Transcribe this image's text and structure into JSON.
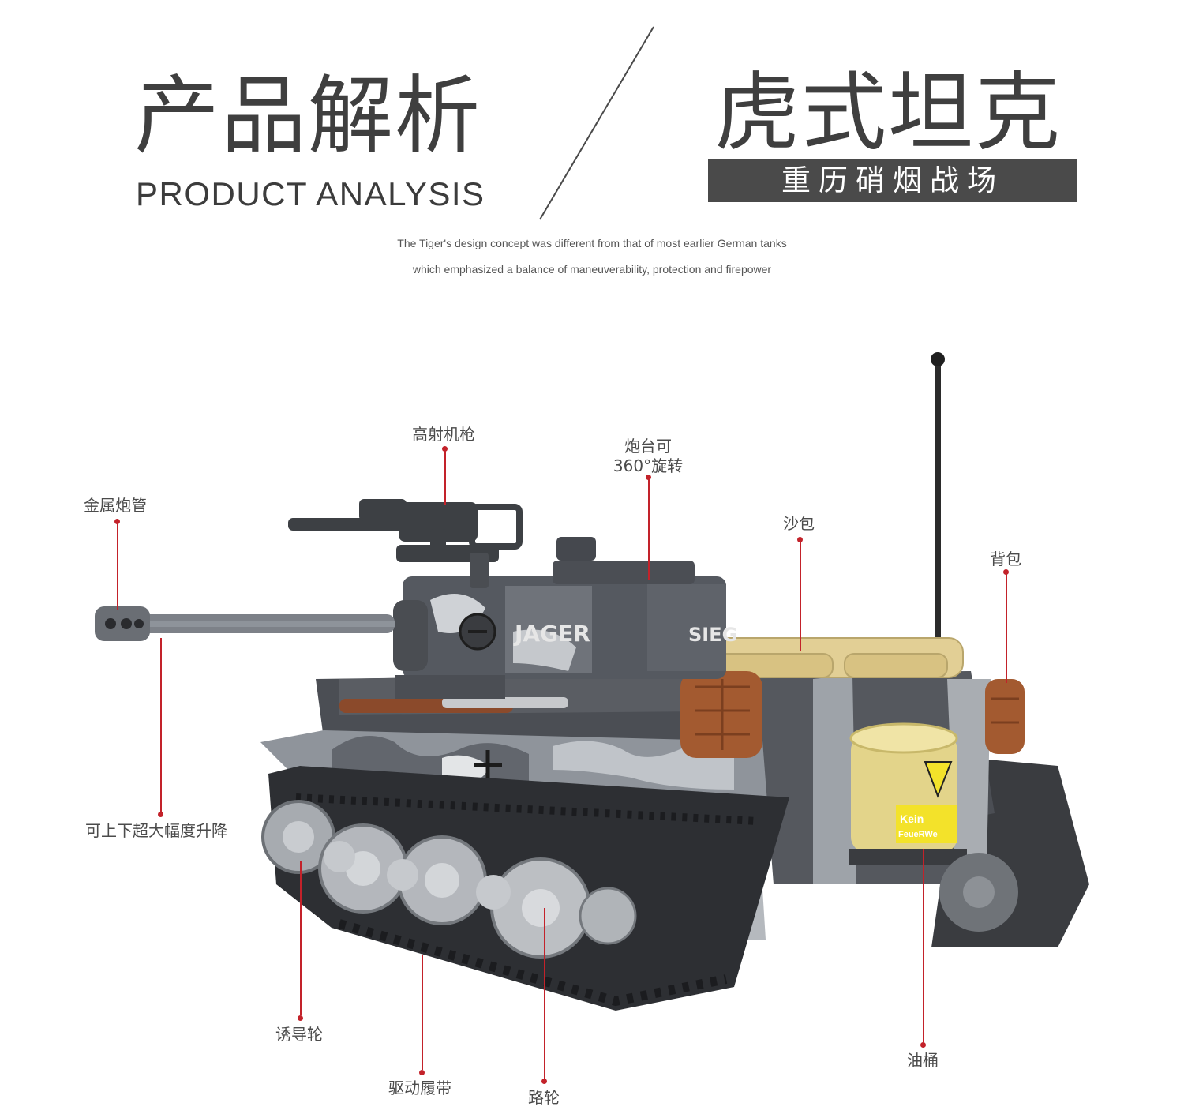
{
  "header": {
    "title_left_cn": "产品解析",
    "title_left_en": "PRODUCT ANALYSIS",
    "title_right_cn": "虎式坦克",
    "banner_text": "重历硝烟战场",
    "desc_line1": "The Tiger's design concept was different from that of most earlier German tanks",
    "desc_line2": "which emphasized a balance of maneuverability, protection and firepower"
  },
  "product": {
    "turret_text": "JAGER",
    "side_text": "SIEG",
    "barrel_label_line1": "Kein",
    "barrel_label_line2": "FeueRWe"
  },
  "callouts": {
    "metal_barrel": "金属炮管",
    "aa_gun": "高射机枪",
    "turret_rotate_line1": "炮台可",
    "turret_rotate_line2": "360°旋转",
    "sandbag": "沙包",
    "backpack": "背包",
    "elevation": "可上下超大幅度升降",
    "idler_wheel": "诱导轮",
    "drive_track": "驱动履带",
    "road_wheel": "路轮",
    "oil_barrel": "油桶"
  },
  "colors": {
    "accent": "#c3222a",
    "banner": "#4a4a4a"
  }
}
